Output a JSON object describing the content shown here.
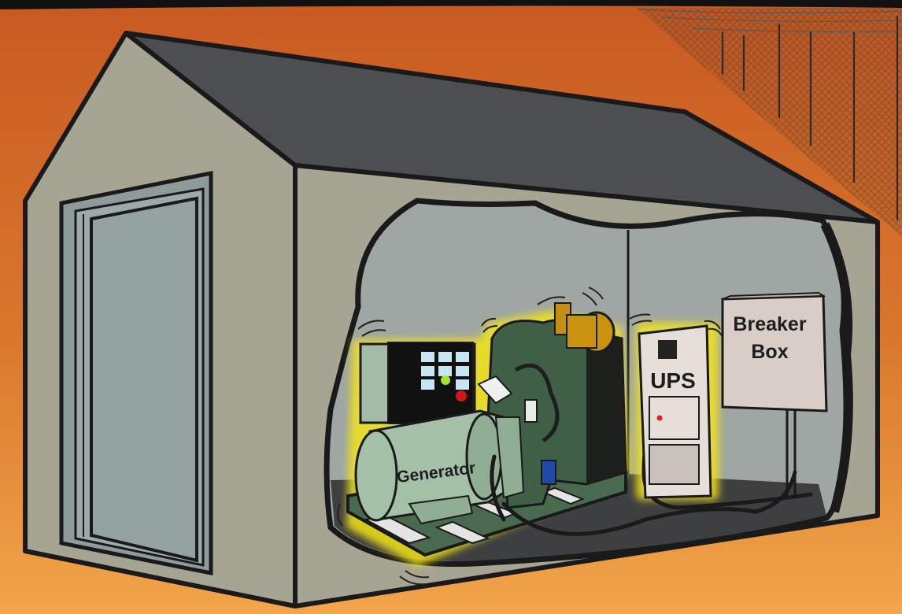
{
  "labels": {
    "generator": "Generator",
    "ups": "UPS",
    "breaker_line1": "Breaker",
    "breaker_line2": "Box"
  },
  "colors": {
    "sky_top": "#c85a22",
    "sky_bottom": "#f0a048",
    "wall": "#a6a493",
    "roof": "#4d4e51",
    "interior": "#9fa6a3",
    "door": "#94a2a1",
    "engine_green": "#3f5f47",
    "generator_body": "#a4c1a7",
    "glow": "#f2e418",
    "floor": "#3e3f41",
    "breaker_box": "#d9cdc7"
  },
  "icons": [
    "fence-icon",
    "generator-icon",
    "ups-icon",
    "breaker-box-icon",
    "vibration-lines-icon"
  ]
}
